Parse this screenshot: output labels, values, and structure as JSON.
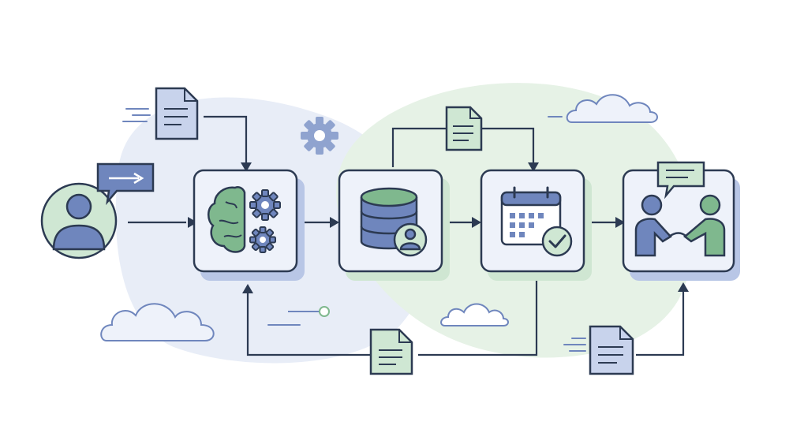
{
  "colors": {
    "stroke": "#2c3a52",
    "blue": "#6f86bd",
    "blue_light": "#c8d3ec",
    "green": "#7fb88e",
    "green_light": "#cfe7d3",
    "card_fill": "#ffffff",
    "card_inner": "#eef2fa",
    "shadow_blue": "#b8c6e6",
    "shadow_green": "#cfe6d2",
    "bg_blob_blue": "#e8edf7",
    "bg_blob_green": "#e6f2e6",
    "cloud_fill": "#eef2fa",
    "gear_grey": "#8fa3cf"
  },
  "nodes": [
    {
      "id": "user",
      "icon": "user-avatar-icon"
    },
    {
      "id": "processing",
      "icon": "brain-gears-icon"
    },
    {
      "id": "database",
      "icon": "database-user-icon"
    },
    {
      "id": "schedule",
      "icon": "calendar-check-icon"
    },
    {
      "id": "meeting",
      "icon": "handshake-chat-icon"
    }
  ],
  "documents": [
    {
      "id": "doc-input",
      "color": "blue"
    },
    {
      "id": "doc-database",
      "color": "green"
    },
    {
      "id": "doc-feedback",
      "color": "green"
    },
    {
      "id": "doc-output",
      "color": "blue"
    }
  ],
  "decorations": [
    "cloud-icon",
    "gear-icon",
    "cloud-icon",
    "cloud-icon",
    "chat-bubble-icon"
  ]
}
